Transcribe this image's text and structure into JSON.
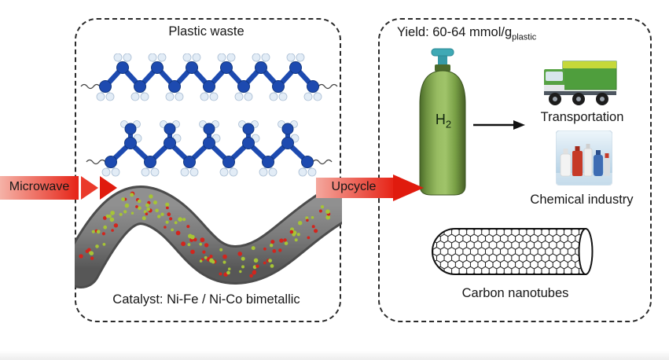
{
  "colors": {
    "arrow_red": "#e01b0e",
    "panel_border": "#2b2b2b",
    "polymer_blue": "#1d4ab0",
    "cylinder_green": "#8fb55c",
    "catalyst_dot_red": "#d2251d",
    "catalyst_dot_green": "#a6c436",
    "nanotube_black": "#111111"
  },
  "arrows": {
    "microwave_label": "Microwave",
    "upcycle_label": "Upcycle"
  },
  "left_panel": {
    "title": "Plastic waste",
    "catalyst_label": "Catalyst: Ni-Fe / Ni-Co bimetallic"
  },
  "right_panel": {
    "yield_label_main": "Yield: 60-64 mmol/g",
    "yield_label_sub": "plastic",
    "cylinder_label_main": "H",
    "cylinder_label_sub": "2",
    "transportation_label": "Transportation",
    "chemical_industry_label": "Chemical industry",
    "carbon_nanotubes_label": "Carbon nanotubes"
  }
}
